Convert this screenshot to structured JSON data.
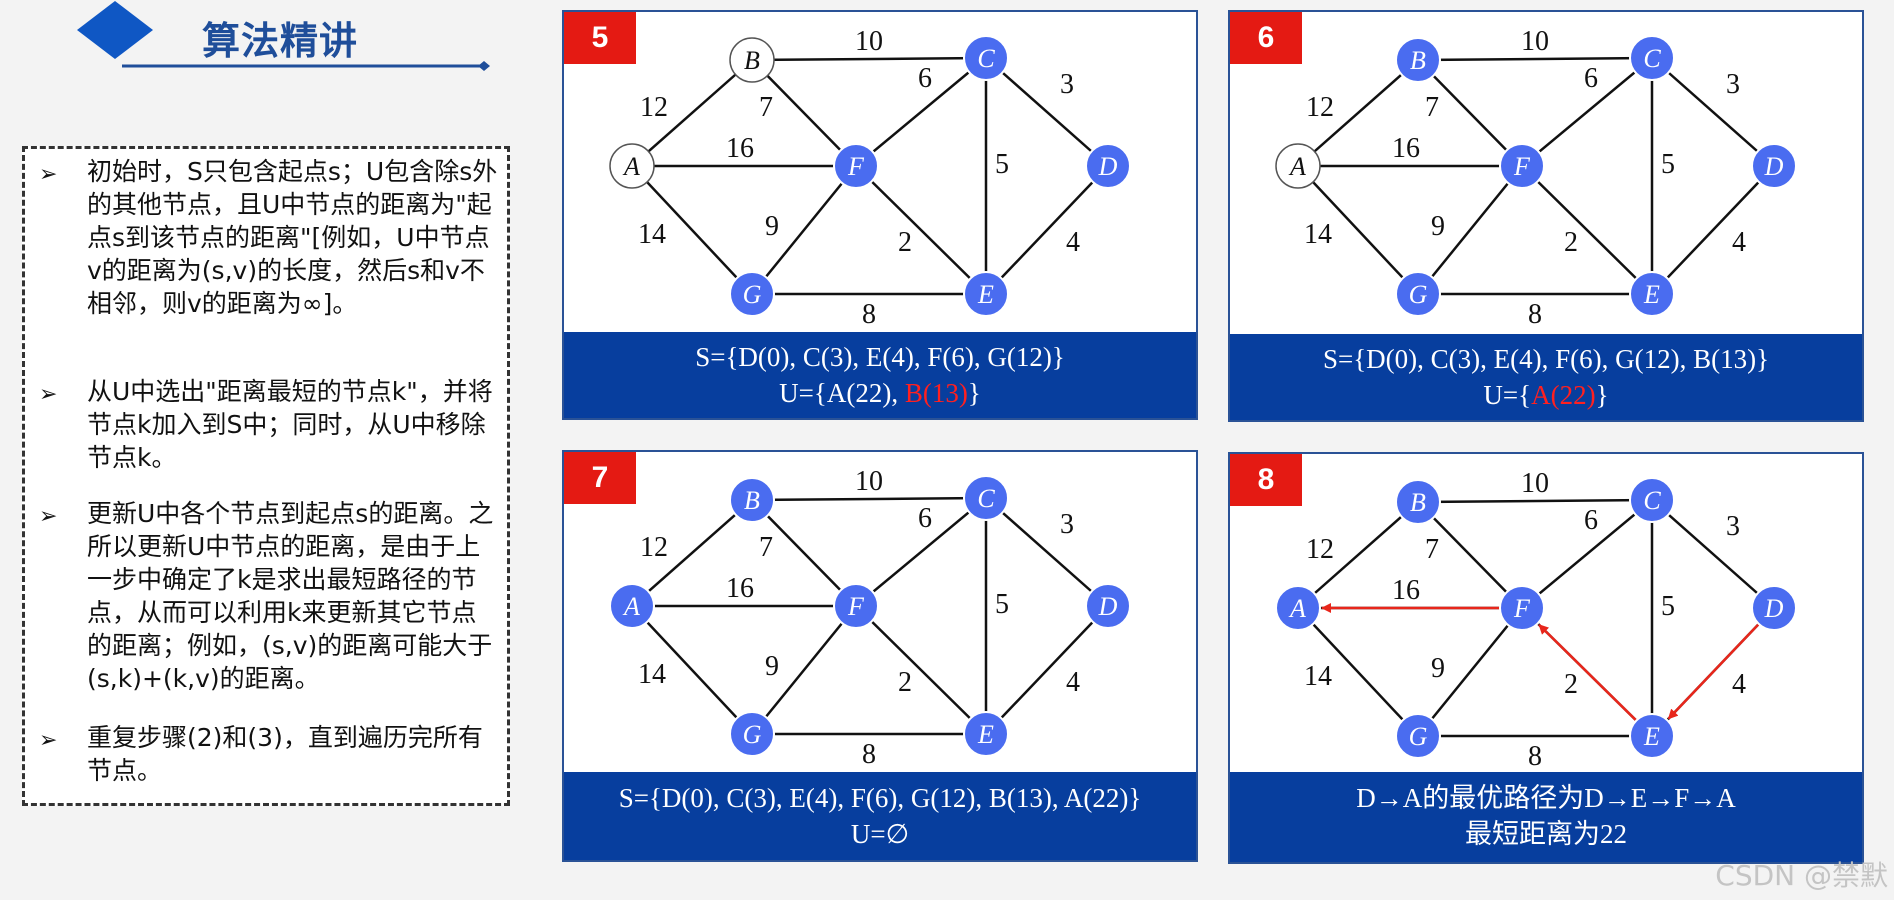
{
  "header": {
    "title": "算法精讲"
  },
  "left_box": {
    "bullets": [
      "初始时，S只包含起点s；U包含除s外的其他节点，且U中节点的距离为\"起点s到该节点的距离\"[例如，U中节点v的距离为(s,v)的长度，然后s和v不相邻，则v的距离为∞]。",
      "从U中选出\"距离最短的节点k\"，并将节点k加入到S中；同时，从U中移除节点k。",
      "更新U中各个节点到起点s的距离。之所以更新U中节点的距离，是由于上一步中确定了k是求出最短路径的节点，从而可以利用k来更新其它节点的距离；例如，(s,v)的距离可能大于(s,k)+(k,v)的距离。",
      "重复步骤(2)和(3)，直到遍历完所有节点。"
    ]
  },
  "graph": {
    "nodes": [
      "A",
      "B",
      "C",
      "D",
      "E",
      "F",
      "G"
    ],
    "edges": [
      {
        "from": "A",
        "to": "B",
        "weight": "12"
      },
      {
        "from": "B",
        "to": "C",
        "weight": "10"
      },
      {
        "from": "B",
        "to": "F",
        "weight": "7"
      },
      {
        "from": "A",
        "to": "F",
        "weight": "16"
      },
      {
        "from": "A",
        "to": "G",
        "weight": "14"
      },
      {
        "from": "F",
        "to": "C",
        "weight": "6"
      },
      {
        "from": "C",
        "to": "D",
        "weight": "3"
      },
      {
        "from": "C",
        "to": "E",
        "weight": "5"
      },
      {
        "from": "F",
        "to": "G",
        "weight": "9"
      },
      {
        "from": "F",
        "to": "E",
        "weight": "2"
      },
      {
        "from": "D",
        "to": "E",
        "weight": "4"
      },
      {
        "from": "G",
        "to": "E",
        "weight": "8"
      }
    ]
  },
  "panels": [
    {
      "step": "5",
      "visited": [
        "C",
        "D",
        "E",
        "F",
        "G"
      ],
      "caption_lines": [
        [
          {
            "text": "S={D(0), C(3), E(4), F(6), G(12)}"
          }
        ],
        [
          {
            "text": "U={A(22), "
          },
          {
            "text": "B(13)",
            "highlight": true
          },
          {
            "text": "}"
          }
        ]
      ]
    },
    {
      "step": "6",
      "visited": [
        "B",
        "C",
        "D",
        "E",
        "F",
        "G"
      ],
      "caption_lines": [
        [
          {
            "text": "S={D(0), C(3), E(4), F(6), G(12), B(13)}"
          }
        ],
        [
          {
            "text": "U={"
          },
          {
            "text": "A(22)",
            "highlight": true
          },
          {
            "text": "}"
          }
        ]
      ]
    },
    {
      "step": "7",
      "visited": [
        "A",
        "B",
        "C",
        "D",
        "E",
        "F",
        "G"
      ],
      "caption_lines": [
        [
          {
            "text": "S={D(0), C(3), E(4), F(6), G(12), B(13), A(22)}"
          }
        ],
        [
          {
            "text": "U=∅"
          }
        ]
      ]
    },
    {
      "step": "8",
      "visited": [
        "A",
        "B",
        "C",
        "D",
        "E",
        "F",
        "G"
      ],
      "path": [
        "D",
        "E",
        "F",
        "A"
      ],
      "caption_lines": [
        [
          {
            "text": "D→A的最优路径为D→E→F→A"
          }
        ],
        [
          {
            "text": "最短距离为22"
          }
        ]
      ]
    }
  ],
  "watermark": "CSDN @禁默",
  "colors": {
    "title": "#1f4e9a",
    "node_visited": "#4a6cf0",
    "node_unvisited": "#ffffff",
    "caption_bg": "#073e9e",
    "badge": "#e41a13",
    "highlight": "#ff2020",
    "path_arrow": "#e8261b"
  }
}
